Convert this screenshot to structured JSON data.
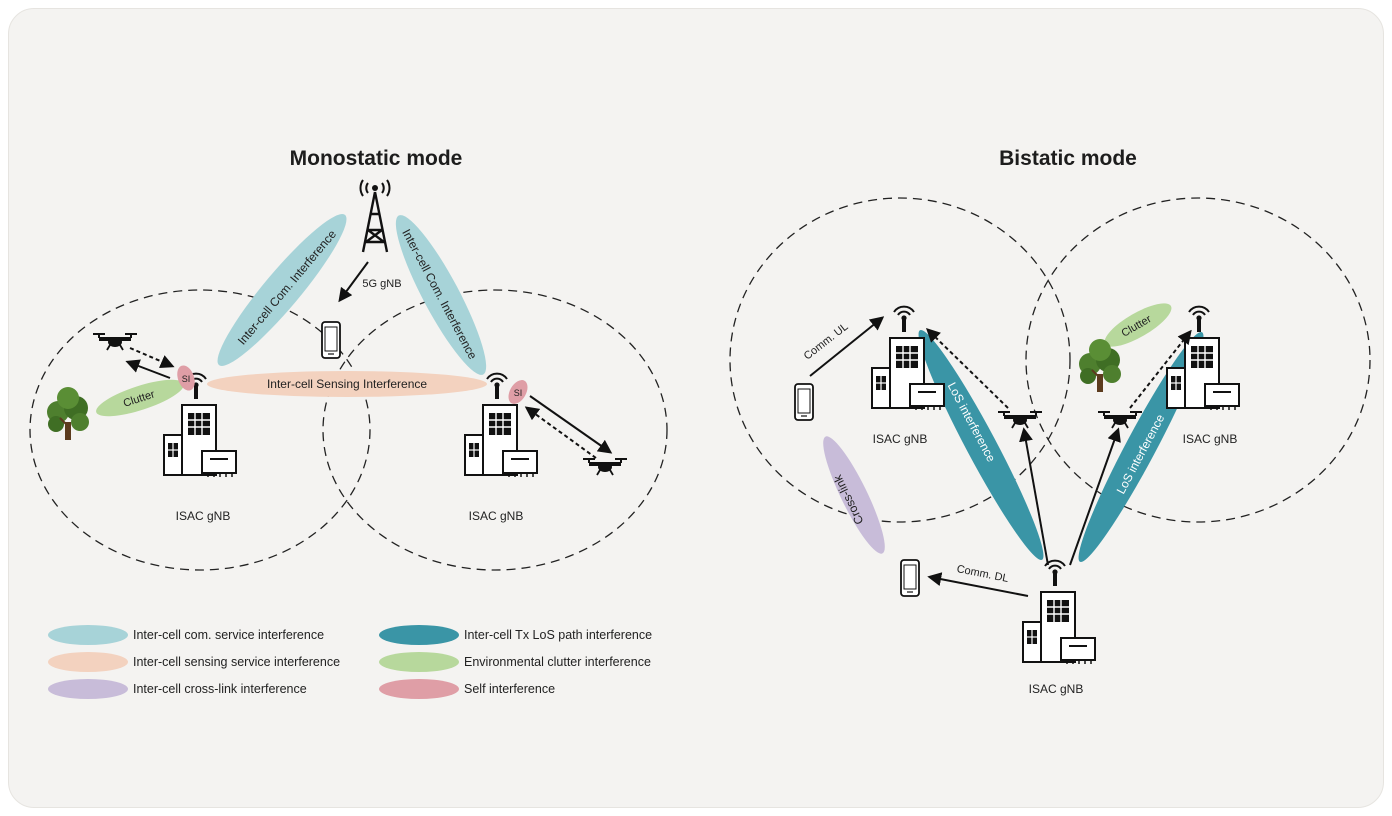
{
  "titles": {
    "monostatic": "Monostatic mode",
    "bistatic": "Bistatic mode"
  },
  "monostatic": {
    "gnb_5g": "5G gNB",
    "isac_left": "ISAC gNB",
    "isac_right": "ISAC gNB",
    "com_interf_left": "Inter-cell Com. Interference",
    "com_interf_right": "Inter-cell Com. Interference",
    "sensing_interf": "Inter-cell Sensing Interference",
    "clutter": "Clutter",
    "si_left": "SI",
    "si_right": "SI"
  },
  "bistatic": {
    "comm_ul": "Comm. UL",
    "comm_dl": "Comm. DL",
    "isac_left": "ISAC gNB",
    "isac_right": "ISAC gNB",
    "isac_bottom": "ISAC gNB",
    "clutter": "Clutter",
    "cross_link": "Cross-link",
    "los_left": "LoS interference",
    "los_right": "LoS interference"
  },
  "legend": [
    {
      "label": "Inter-cell com. service interference",
      "color": "#a7d3d8"
    },
    {
      "label": "Inter-cell Tx LoS path interference",
      "color": "#3a95a6"
    },
    {
      "label": "Inter-cell sensing service interference",
      "color": "#f3d2bf"
    },
    {
      "label": "Environmental clutter interference",
      "color": "#b7d89c"
    },
    {
      "label": "Inter-cell cross-link interference",
      "color": "#c8bcd9"
    },
    {
      "label": "Self interference",
      "color": "#df9ea6"
    }
  ]
}
